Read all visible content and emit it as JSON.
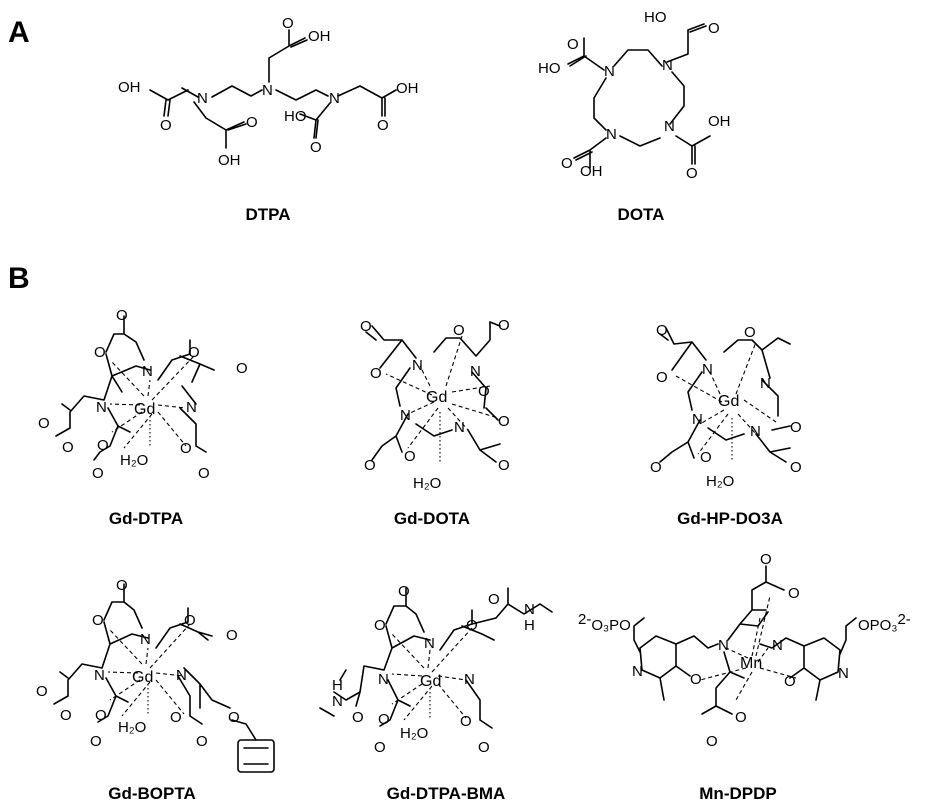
{
  "panels": {
    "a": "A",
    "b": "B"
  },
  "compounds": {
    "dtpa": "DTPA",
    "dota": "DOTA",
    "gd_dtpa": "Gd-DTPA",
    "gd_dota": "Gd-DOTA",
    "gd_hp_do3a": "Gd-HP-DO3A",
    "gd_bopta": "Gd-BOPTA",
    "gd_dtpa_bma": "Gd-DTPA-BMA",
    "mn_dpdp": "Mn-DPDP"
  },
  "atoms": {
    "N": "N",
    "O": "O",
    "OH": "OH",
    "HO": "HO",
    "H": "H",
    "Gd": "Gd",
    "Mn": "Mn",
    "H2O": "H₂O",
    "OPO3": "OPO₃",
    "O3PO": "O₃PO",
    "charge": "2-"
  }
}
